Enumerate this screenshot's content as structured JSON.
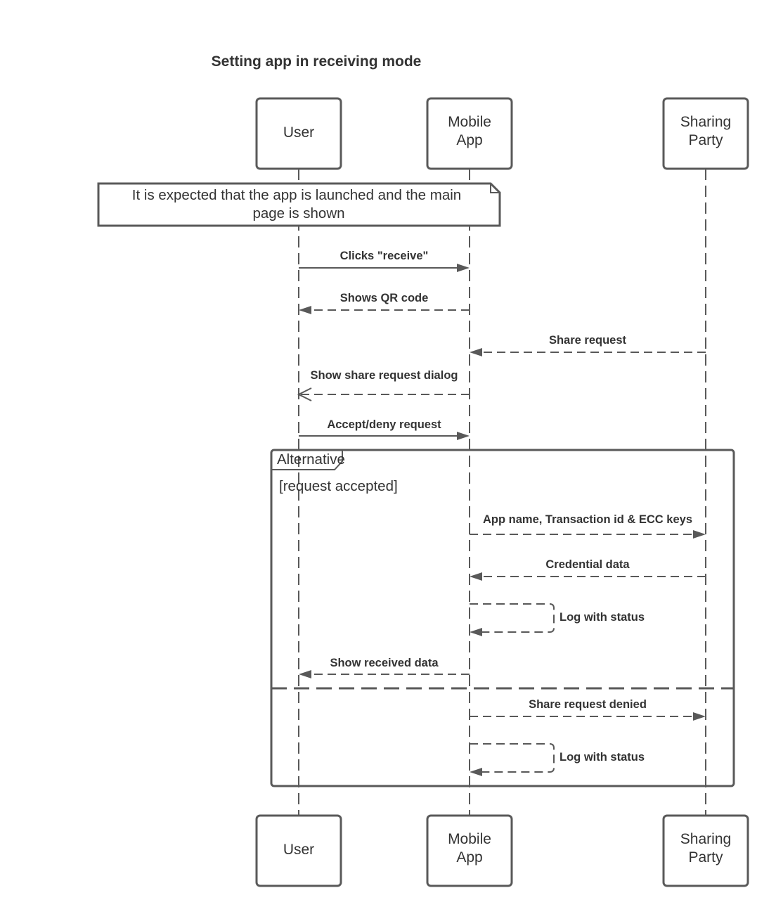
{
  "diagram": {
    "title": "Setting app in receiving mode",
    "participants": [
      {
        "id": "user",
        "label": "User"
      },
      {
        "id": "app",
        "label": "Mobile App"
      },
      {
        "id": "party",
        "label": "Sharing Party"
      }
    ],
    "note": {
      "line1": "It is expected that the app is launched and the main",
      "line2": "page is shown"
    },
    "messages": [
      {
        "from": "user",
        "to": "app",
        "style": "solid",
        "label": "Clicks \"receive\""
      },
      {
        "from": "app",
        "to": "user",
        "style": "dashed",
        "label": "Shows QR code"
      },
      {
        "from": "party",
        "to": "app",
        "style": "dashed",
        "label": "Share request"
      },
      {
        "from": "app",
        "to": "user",
        "style": "dashed-open",
        "label": "Show share request dialog"
      },
      {
        "from": "user",
        "to": "app",
        "style": "solid",
        "label": "Accept/deny request"
      },
      {
        "from": "app",
        "to": "party",
        "style": "dashed",
        "label": "App name, Transaction id & ECC keys"
      },
      {
        "from": "party",
        "to": "app",
        "style": "dashed",
        "label": "Credential data"
      },
      {
        "from": "app",
        "to": "app",
        "style": "self-dashed",
        "label": "Log with status"
      },
      {
        "from": "app",
        "to": "user",
        "style": "dashed",
        "label": "Show received data"
      },
      {
        "from": "app",
        "to": "party",
        "style": "dashed",
        "label": "Share request denied"
      },
      {
        "from": "app",
        "to": "app",
        "style": "self-dashed",
        "label": "Log with status"
      }
    ],
    "fragment": {
      "operator": "Alternative",
      "guard": "[request accepted]"
    },
    "colors": {
      "line": "#595959",
      "text": "#333333",
      "background": "#ffffff"
    }
  }
}
